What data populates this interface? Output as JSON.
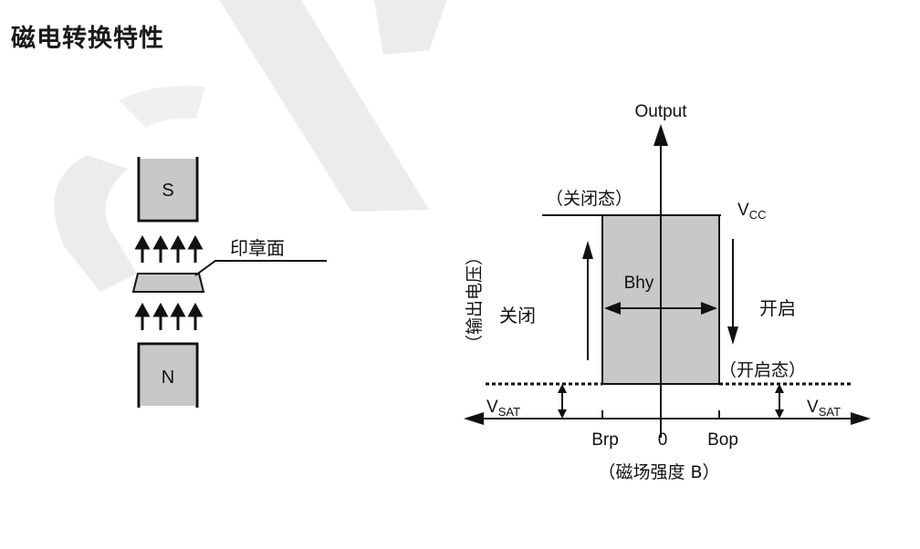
{
  "page": {
    "title": "磁电转换特性"
  },
  "magnet": {
    "top_pole": "S",
    "bottom_pole": "N",
    "seal_label": "印章面"
  },
  "graph": {
    "output_label": "Output",
    "vcc_main": "V",
    "vcc_sub": "CC",
    "closed_state": "（关闭态）",
    "open_state": "（开启态）",
    "y_axis_label": "（输出电压）",
    "closed_label": "关闭",
    "open_label": "开启",
    "bhy_label": "Bhy",
    "vsat_main": "V",
    "vsat_sub": "SAT",
    "brp_label": "Brp",
    "zero_label": "0",
    "bop_label": "Bop",
    "x_axis_label": "（磁场强度 B）"
  },
  "colors": {
    "ink": "#111111",
    "fill_gray": "#c8c8c8",
    "watermark": "#e9e9e9"
  }
}
